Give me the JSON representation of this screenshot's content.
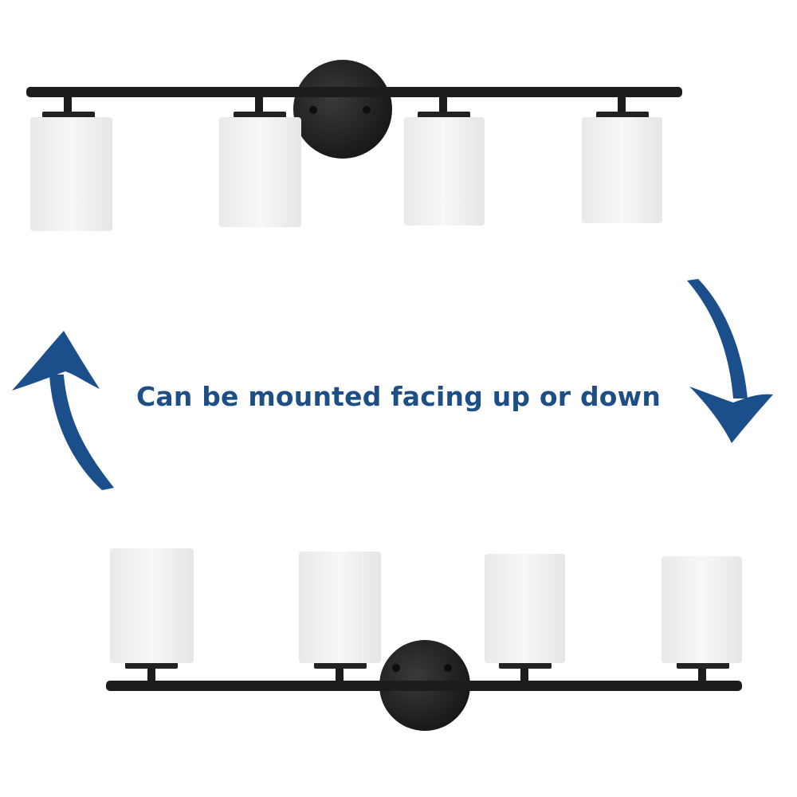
{
  "caption": "Can be mounted facing up or down",
  "colors": {
    "accent": "#1b4f8c",
    "fixture_metal": "#1c1c1c",
    "glass": "#f2f2f2"
  },
  "fixtures": [
    {
      "orientation": "down",
      "shade_count": 4
    },
    {
      "orientation": "up",
      "shade_count": 4
    }
  ],
  "icons": [
    "curved-arrow-up-icon",
    "curved-arrow-down-icon"
  ]
}
